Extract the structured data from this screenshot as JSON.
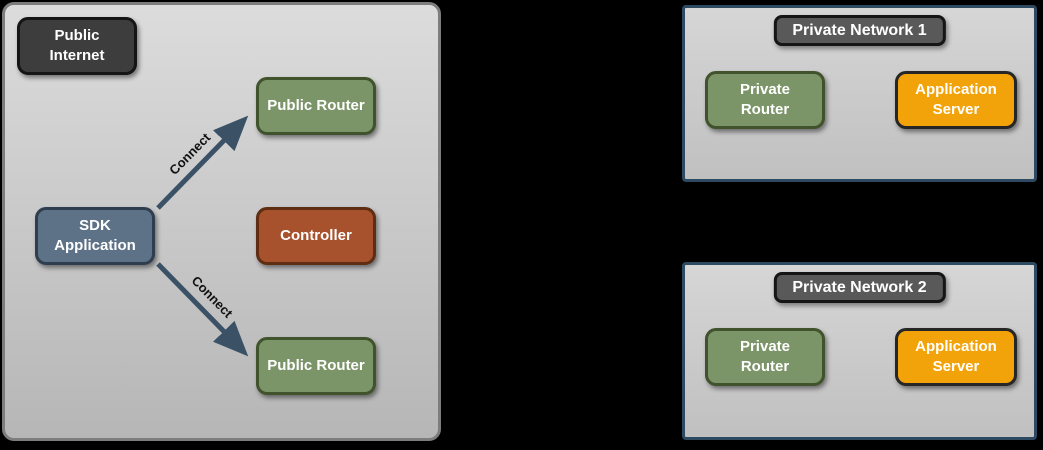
{
  "colors": {
    "page_background": "#000000",
    "public_zone_fill_top": "#dcdcdc",
    "public_zone_fill_bottom": "#b6b6b6",
    "public_zone_border": "#7d7d7d",
    "private_panel_border": "#2e4a63",
    "dark_label_fill": "#3d3d3d",
    "network_title_fill": "#595959",
    "green_fill": "#7b9468",
    "green_border": "#40532c",
    "slate_fill": "#5e7287",
    "slate_border": "#2f3e4e",
    "rust_fill": "#a7512d",
    "rust_border": "#5f2d11",
    "orange_fill": "#f3a30a",
    "orange_border": "#262626",
    "arrow_color": "#3a5166",
    "node_text": "#ffffff",
    "edge_label_text": "#111111"
  },
  "public_zone": {
    "label": "Public Internet",
    "sdk_application": "SDK Application",
    "public_router_top": "Public Router",
    "controller": "Controller",
    "public_router_bottom": "Public Router",
    "edges": [
      {
        "label": "Connect"
      },
      {
        "label": "Connect"
      }
    ]
  },
  "private_networks": [
    {
      "title": "Private Network 1",
      "router": "Private Router",
      "server": "Application Server"
    },
    {
      "title": "Private Network 2",
      "router": "Private Router",
      "server": "Application Server"
    }
  ]
}
